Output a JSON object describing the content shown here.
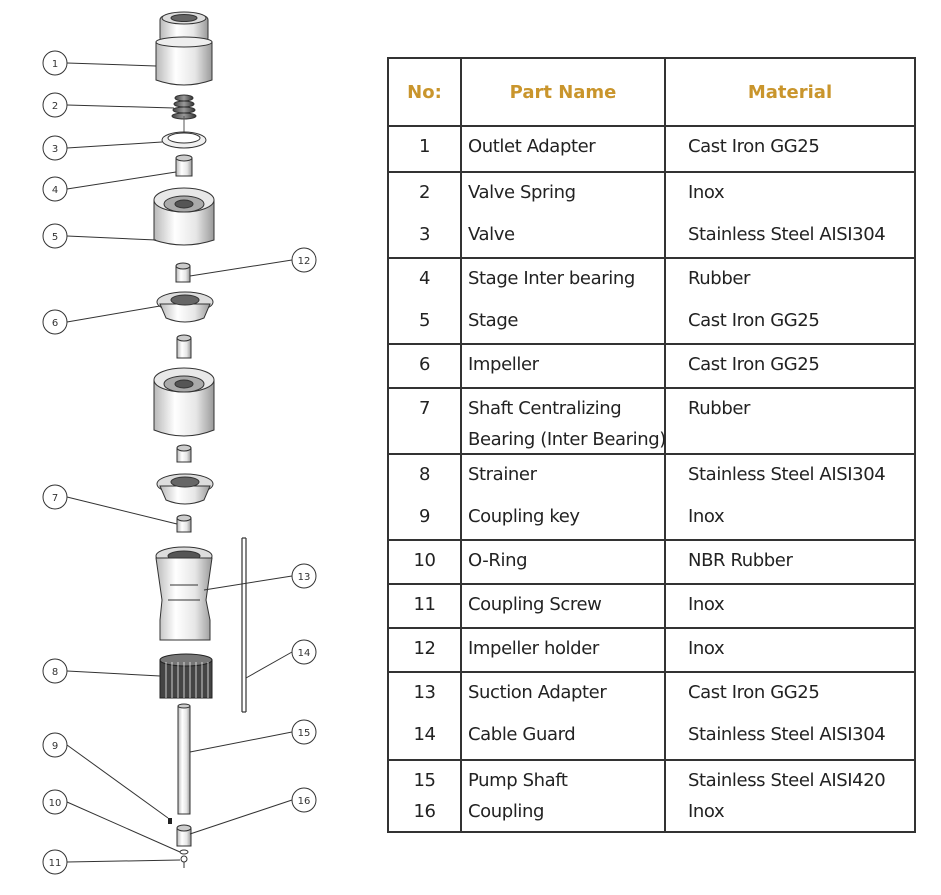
{
  "callouts": [
    "1",
    "2",
    "3",
    "4",
    "5",
    "6",
    "7",
    "8",
    "9",
    "10",
    "11",
    "12",
    "13",
    "14",
    "15",
    "16"
  ],
  "table": {
    "headers": {
      "no": "No:",
      "part_name": "Part Name",
      "material": "Material"
    },
    "groups": [
      {
        "rows": [
          {
            "no": "1",
            "name": "Outlet Adapter",
            "material": "Cast Iron GG25"
          }
        ]
      },
      {
        "rows": [
          {
            "no": "2",
            "name": "Valve Spring",
            "material": "Inox"
          },
          {
            "no": "3",
            "name": "Valve",
            "material": "Stainless Steel AISI304"
          }
        ]
      },
      {
        "rows": [
          {
            "no": "4",
            "name": "Stage Inter bearing",
            "material": "Rubber"
          },
          {
            "no": "5",
            "name": "Stage",
            "material": "Cast Iron GG25"
          }
        ]
      },
      {
        "rows": [
          {
            "no": "6",
            "name": "Impeller",
            "material": "Cast Iron GG25"
          }
        ]
      },
      {
        "rows": [
          {
            "no": "7",
            "name": "Shaft Centralizing",
            "name_line2": "Bearing (Inter Bearing)",
            "material": "Rubber"
          }
        ]
      },
      {
        "rows": [
          {
            "no": "8",
            "name": "Strainer",
            "material": "Stainless Steel AISI304"
          },
          {
            "no": "9",
            "name": "Coupling key",
            "material": "Inox"
          }
        ]
      },
      {
        "rows": [
          {
            "no": "10",
            "name": "O-Ring",
            "material": "NBR Rubber"
          }
        ]
      },
      {
        "rows": [
          {
            "no": "11",
            "name": "Coupling Screw",
            "material": "Inox"
          }
        ]
      },
      {
        "rows": [
          {
            "no": "12",
            "name": "Impeller holder",
            "material": "Inox"
          }
        ]
      },
      {
        "rows": [
          {
            "no": "13",
            "name": "Suction Adapter",
            "material": "Cast Iron GG25"
          },
          {
            "no": "14",
            "name": "Cable Guard",
            "material": "Stainless Steel AISI304"
          }
        ]
      },
      {
        "rows": [
          {
            "no": "15",
            "name": "Pump Shaft",
            "material": "Stainless Steel AISI420"
          },
          {
            "no": "16",
            "name": "Coupling",
            "material": "Inox"
          }
        ]
      }
    ]
  }
}
